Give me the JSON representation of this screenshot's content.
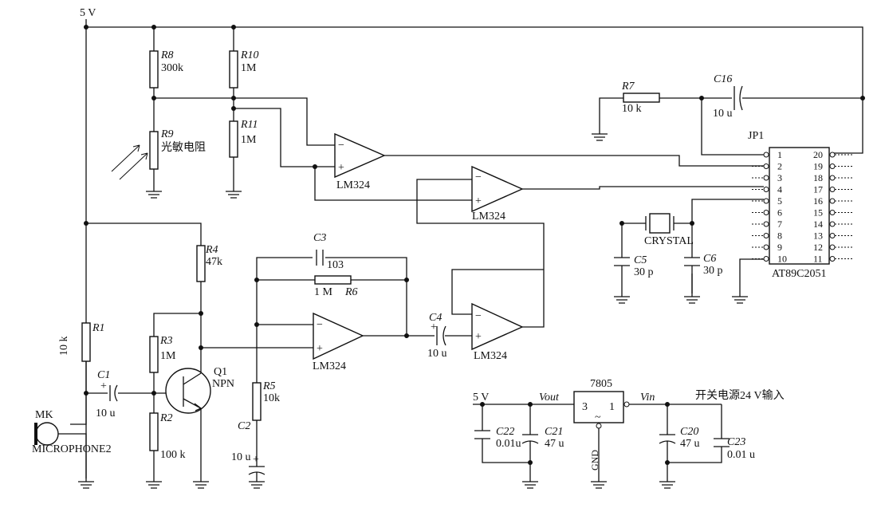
{
  "supply": {
    "vcc_label": "5 V"
  },
  "components": {
    "r8": {
      "ref": "R8",
      "value": "300k"
    },
    "r10": {
      "ref": "R10",
      "value": "1M"
    },
    "r9": {
      "ref": "R9",
      "value": "光敏电阻"
    },
    "r11": {
      "ref": "R11",
      "value": "1M"
    },
    "r7": {
      "ref": "R7",
      "value": "10 k"
    },
    "c16": {
      "ref": "C16",
      "value": "10 u"
    },
    "r4": {
      "ref": "R4",
      "value": "47k"
    },
    "r1": {
      "ref": "R1",
      "value": "10 k"
    },
    "r3": {
      "ref": "R3",
      "value": "1M"
    },
    "r2": {
      "ref": "R2",
      "value": "100 k"
    },
    "c1": {
      "ref": "C1",
      "value": "10 u"
    },
    "q1": {
      "ref": "Q1",
      "value": "NPN"
    },
    "mk": {
      "ref": "MK",
      "value": "MICROPHONE2"
    },
    "c3": {
      "ref": "C3",
      "value": "103"
    },
    "r6": {
      "ref": "R6",
      "value": "1 M"
    },
    "r5": {
      "ref": "R5",
      "value": "10k"
    },
    "c2": {
      "ref": "C2",
      "value": "10 u"
    },
    "c4": {
      "ref": "C4",
      "value": "10 u"
    },
    "c5": {
      "ref": "C5",
      "value": "30 p"
    },
    "c6": {
      "ref": "C6",
      "value": "30 p"
    },
    "crystal": {
      "ref": "CRYSTAL"
    },
    "opamp": {
      "label": "LM324"
    },
    "jp1": {
      "ref": "JP1",
      "part": "AT89C2051",
      "left_pins": [
        "1",
        "2",
        "3",
        "4",
        "5",
        "6",
        "7",
        "8",
        "9",
        "10"
      ],
      "right_pins": [
        "20",
        "19",
        "18",
        "17",
        "16",
        "15",
        "14",
        "13",
        "12",
        "11"
      ]
    },
    "reg": {
      "ref": "7805",
      "pin_in": "1",
      "pin_out": "3",
      "vin_label": "Vin",
      "vout_label": "Vout",
      "gnd_label": "GND",
      "out_rail": "5 V",
      "input_note": "开关电源24 V输入"
    },
    "c22": {
      "ref": "C22",
      "value": "0.01u"
    },
    "c21": {
      "ref": "C21",
      "value": "47 u"
    },
    "c20": {
      "ref": "C20",
      "value": "47 u"
    },
    "c23": {
      "ref": "C23",
      "value": "0.01 u"
    }
  },
  "symbols": {
    "plus": "+",
    "minus": "−",
    "tilde": "~"
  }
}
